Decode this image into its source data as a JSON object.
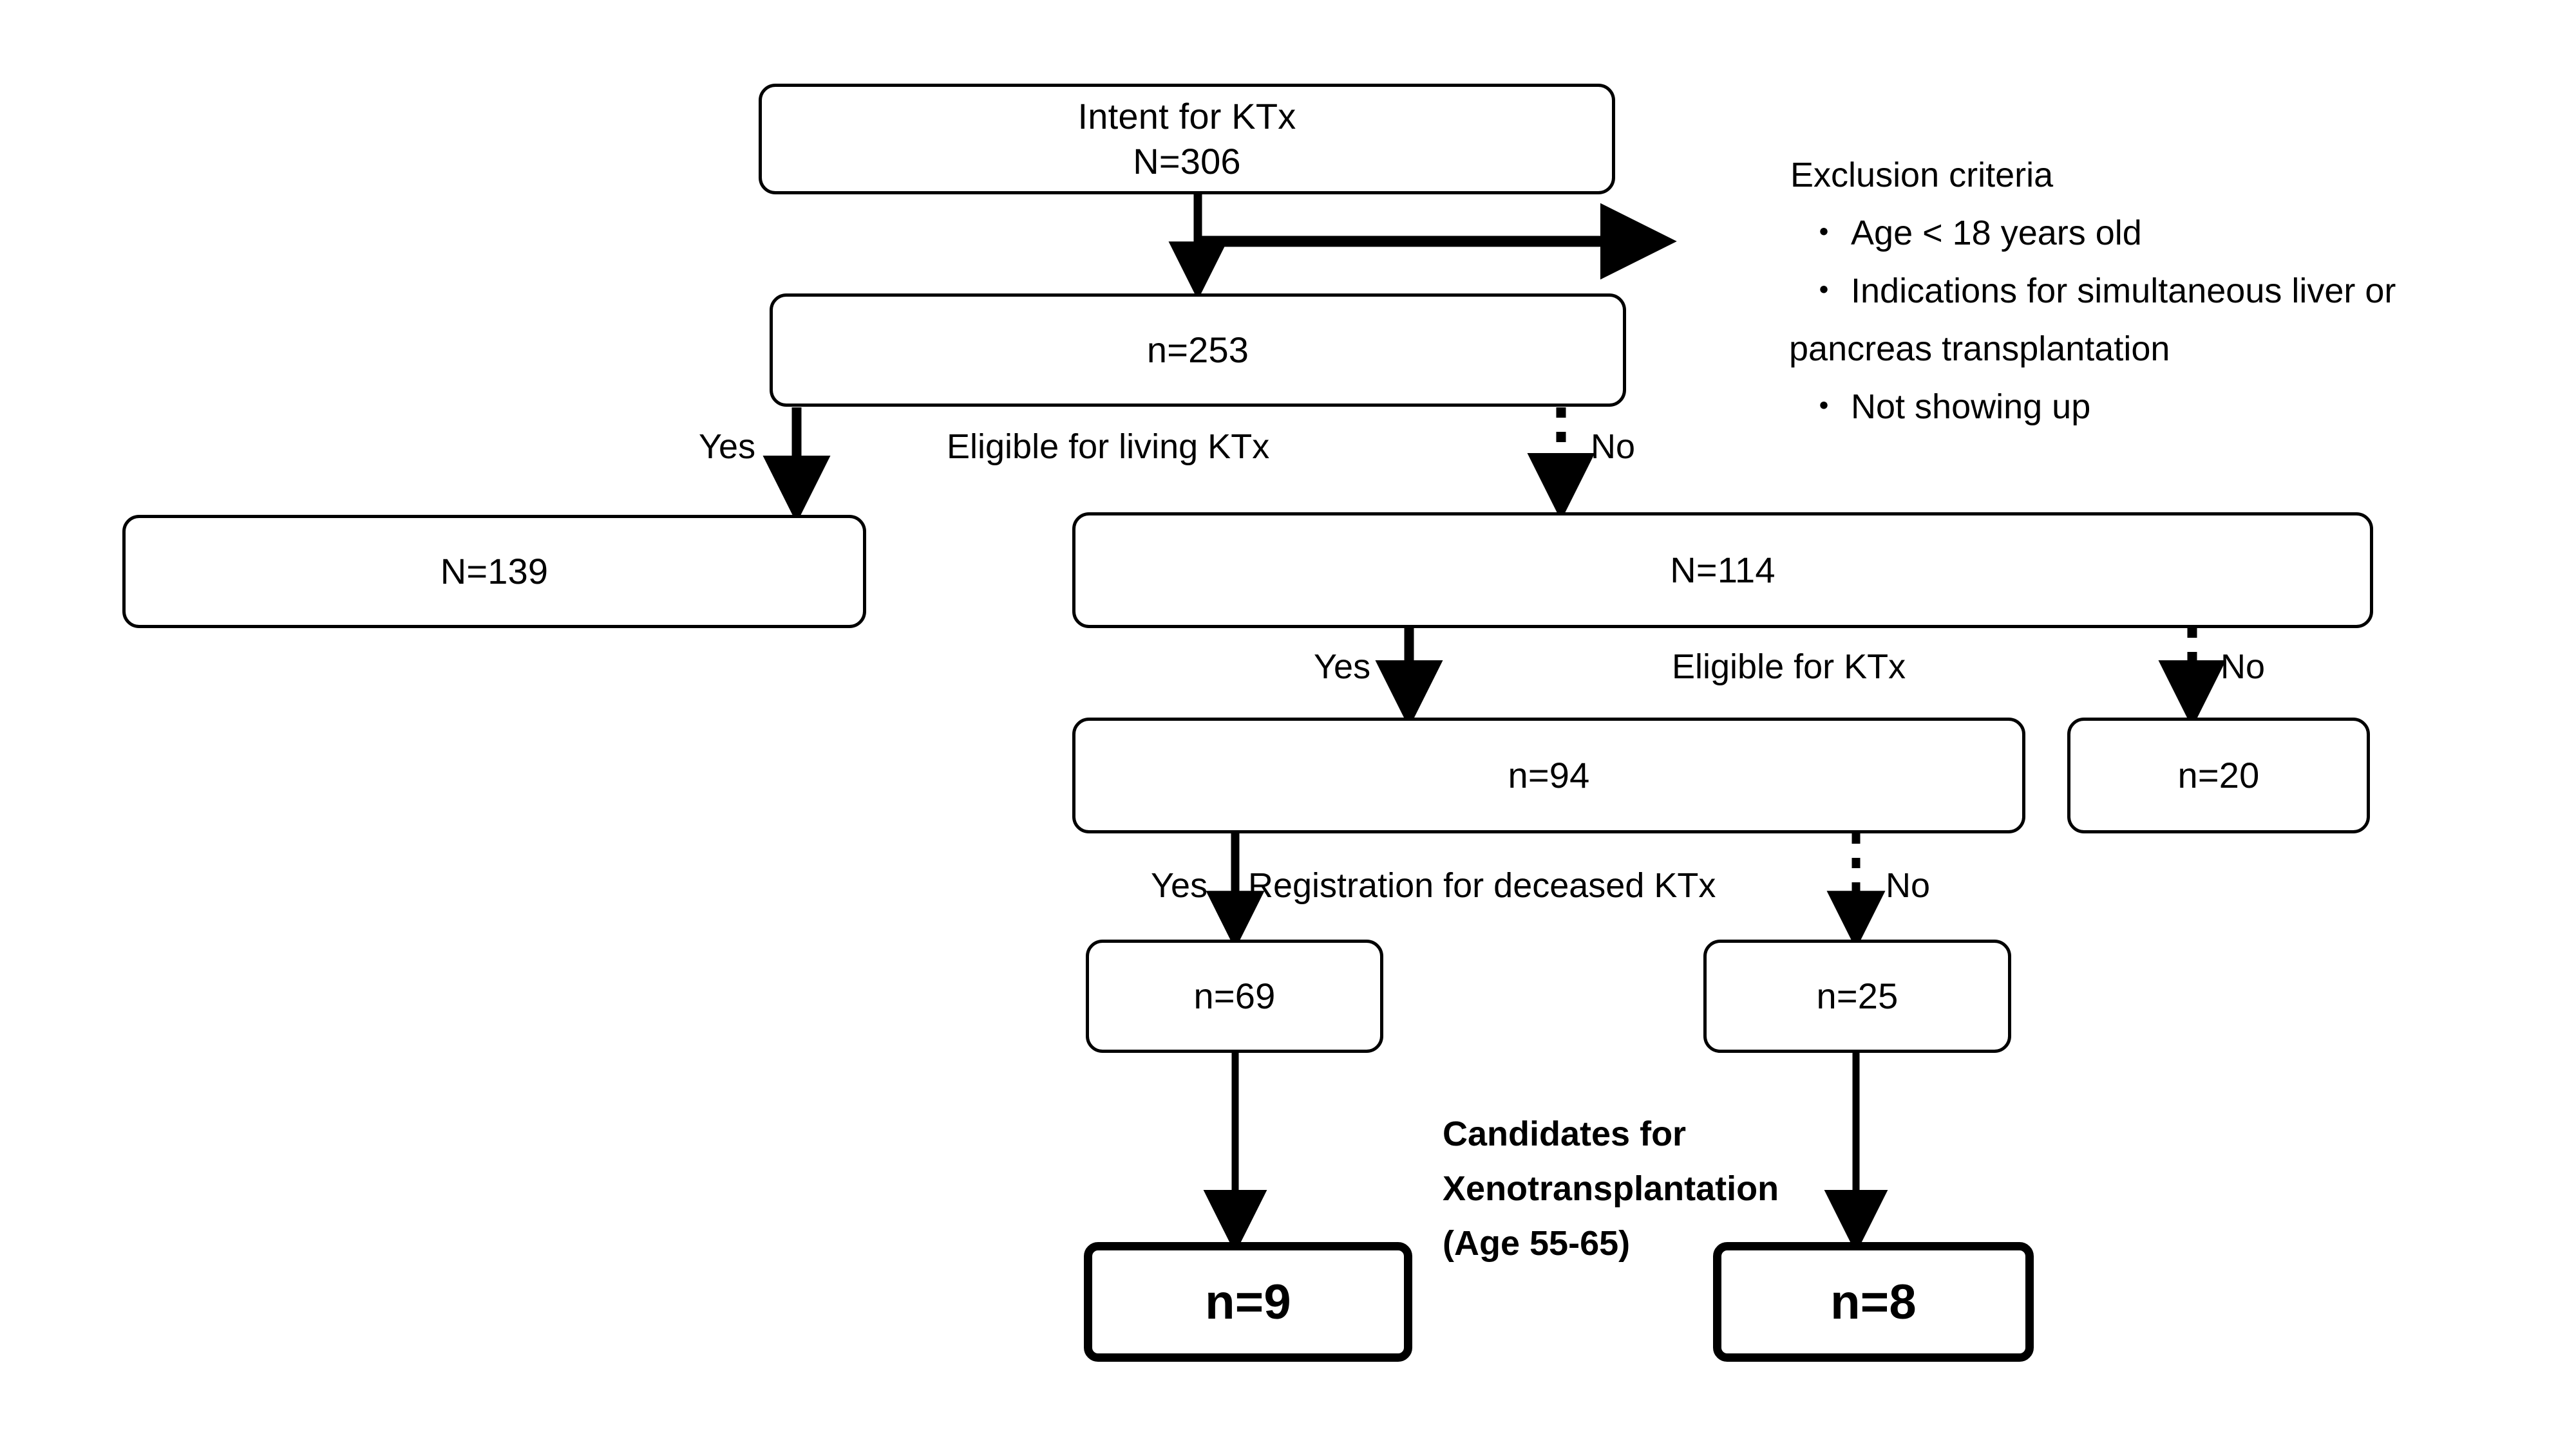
{
  "diagram": {
    "title": "Kidney transplantation candidate selection flowchart",
    "accent_color": "#000000",
    "background_color": "#ffffff"
  },
  "nodes": {
    "intent": {
      "line1": "Intent for KTx",
      "line2": "N=306"
    },
    "screened": {
      "label": "n=253"
    },
    "living_yes": {
      "label": "N=139"
    },
    "living_no": {
      "label": "N=114"
    },
    "eligible_yes": {
      "label": "n=94"
    },
    "eligible_no": {
      "label": "n=20"
    },
    "registered_yes": {
      "label": "n=69"
    },
    "registered_no": {
      "label": "n=25"
    },
    "final_left": {
      "label": "n=9"
    },
    "final_right": {
      "label": "n=8"
    }
  },
  "exclusion": {
    "heading": "Exclusion criteria",
    "bullet_glyph": "・",
    "items": [
      "Age < 18 years old",
      "Indications for simultaneous liver or",
      "pancreas transplantation",
      "Not showing up"
    ],
    "line1": "・ Age < 18 years old",
    "line2": "・ Indications for simultaneous liver or",
    "line3": "pancreas transplantation",
    "line4": "・ Not showing up"
  },
  "annotations": {
    "candidates_line1": "Candidates for",
    "candidates_line2": "Xenotransplantation",
    "candidates_line3": "(Age 55-65)"
  },
  "edges": {
    "living_question": "Eligible for living KTx",
    "living_yes_label": "Yes",
    "living_no_label": "No",
    "ktx_question": "Eligible for KTx",
    "ktx_yes_label": "Yes",
    "ktx_no_label": "No",
    "registration_question": "Registration for deceased KTx",
    "registration_yes_label": "Yes",
    "registration_no_label": "No"
  }
}
